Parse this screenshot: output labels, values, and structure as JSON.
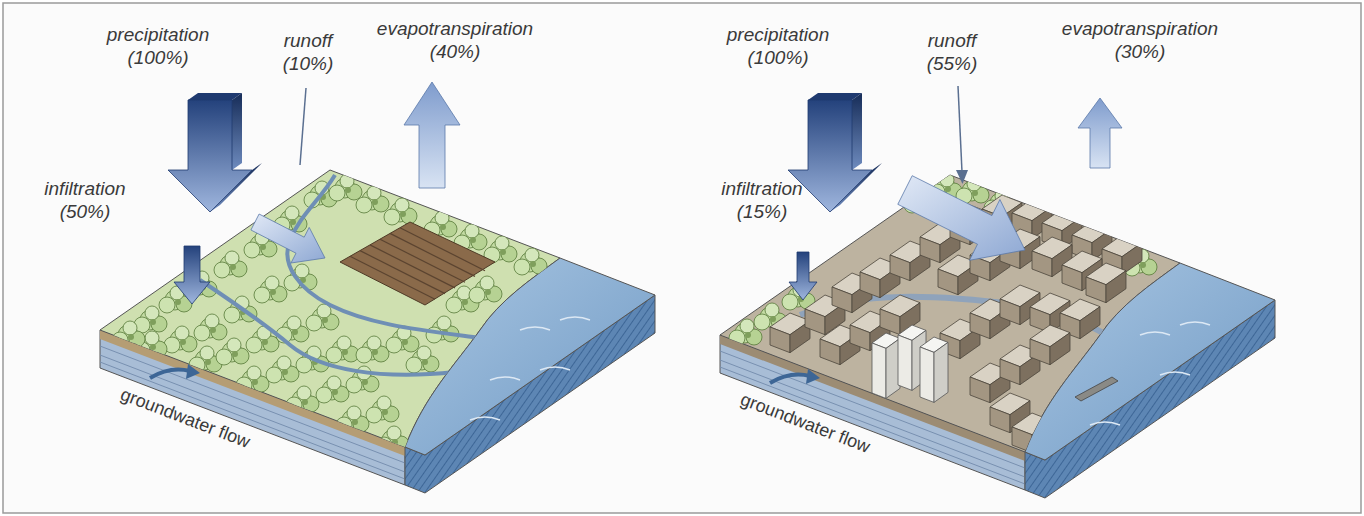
{
  "diagram": {
    "labels": [
      "precipitation (100%)",
      "runoff (10%)",
      "evapotranspiration (40%)",
      "infiltration (50%)",
      "groundwater flow",
      "precipitation (100%)",
      "runoff (55%)",
      "evapotranspiration (30%)",
      "infiltration (15%)",
      "groundwater flow"
    ]
  }
}
